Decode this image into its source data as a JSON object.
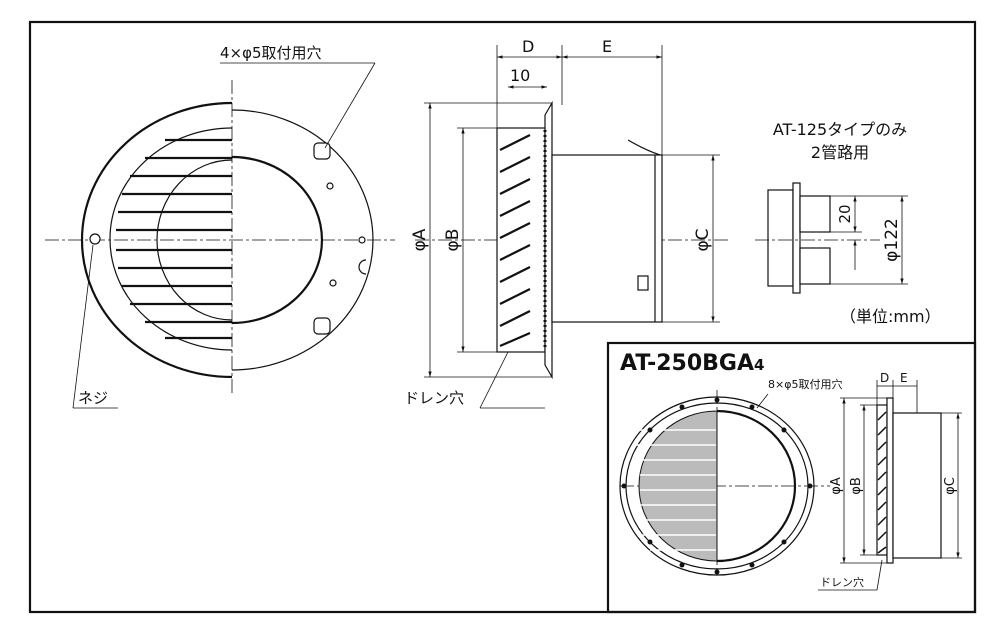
{
  "main": {
    "label_holes": "4×φ5取付用穴",
    "label_screw": "ネジ",
    "label_drain": "ドレン穴",
    "dim_D": "D",
    "dim_E": "E",
    "dim_10": "10",
    "dim_A": "φA",
    "dim_B": "φB",
    "dim_C": "φC"
  },
  "option": {
    "title_line1": "AT-125タイプのみ",
    "title_line2": "2管路用",
    "dim_20": "20",
    "dim_122": "φ122",
    "unit": "（単位:mm）"
  },
  "inset": {
    "model": "AT-250BGA",
    "model_suffix": "4",
    "label_holes": "8×φ5取付用穴",
    "label_drain": "ドレン穴",
    "dim_D": "D",
    "dim_E": "E",
    "dim_A": "φA",
    "dim_B": "φB",
    "dim_C": "φC"
  }
}
